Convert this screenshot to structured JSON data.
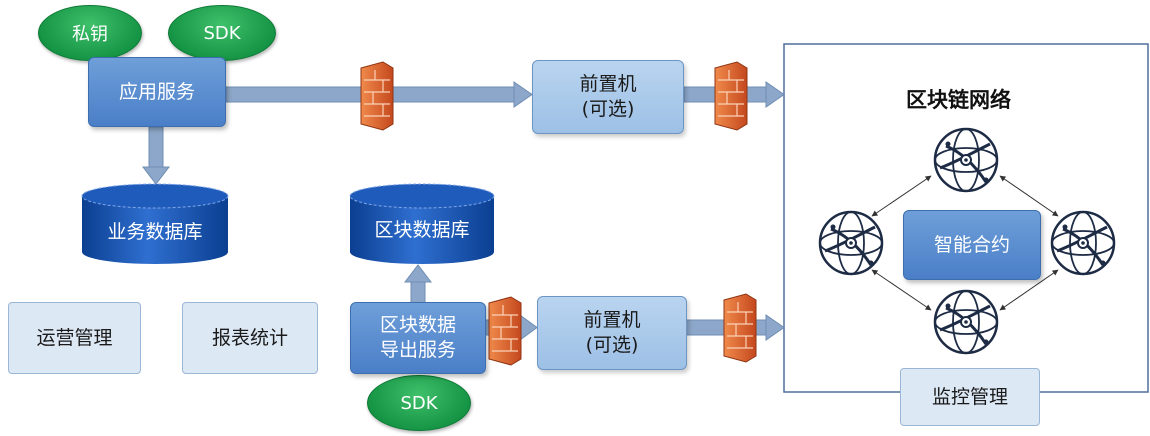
{
  "nodes": {
    "private_key": "私钥",
    "sdk_top": "SDK",
    "app_service": "应用服务",
    "front_top_line1": "前置机",
    "front_top_line2": "(可选)",
    "business_db": "业务数据库",
    "chain_db": "区块数据库",
    "ops_mgmt": "运营管理",
    "report_stats": "报表统计",
    "export_line1": "区块数据",
    "export_line2": "导出服务",
    "sdk_bottom": "SDK",
    "front_bottom_line1": "前置机",
    "front_bottom_line2": "(可选)",
    "network_title": "区块链网络",
    "smart_contract": "智能合约",
    "monitor_mgmt": "监控管理"
  },
  "colors": {
    "arrow": "#8ca7c9",
    "arrow_border": "#6f8db3",
    "db_dark": "#0b3f91",
    "db_light": "#2f6fd0",
    "green": "#139243",
    "firewall": "#d8622e",
    "network_border": "#4f6f9c"
  },
  "icons": [
    "firewall-icon",
    "globe-node-icon",
    "database-icon"
  ]
}
